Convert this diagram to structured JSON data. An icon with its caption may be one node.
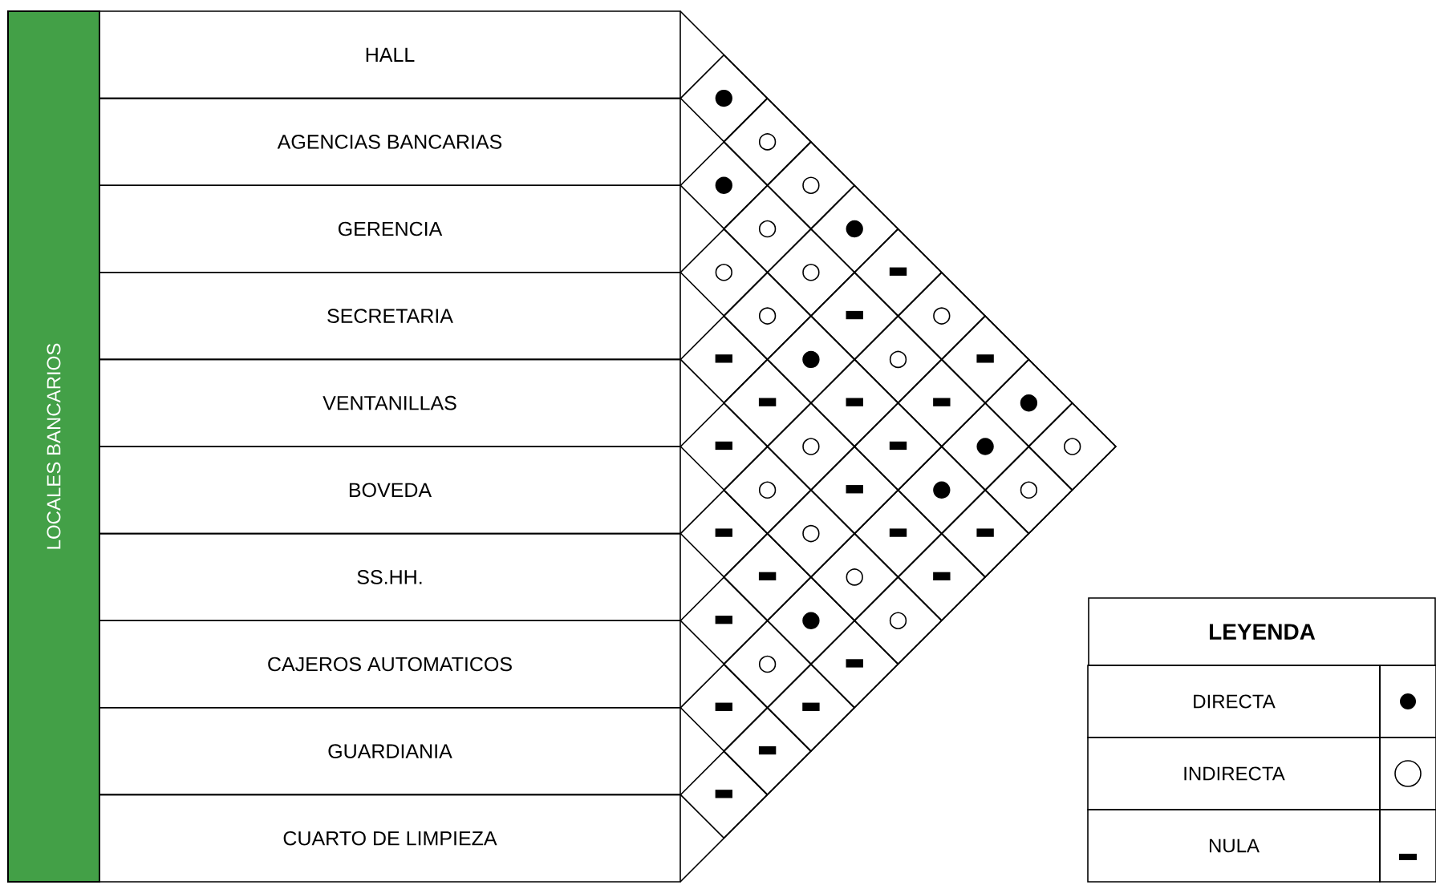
{
  "diagram": {
    "nodes": [
      {
        "text": [
          "LOCALES BANCARIOS"
        ]
      },
      {
        "text": [
          "HALL"
        ]
      },
      {
        "text": [
          "AGENCIAS BANCARIAS"
        ]
      },
      {
        "text": [
          "GERENCIA"
        ]
      },
      {
        "text": [
          "SECRETARIA"
        ]
      },
      {
        "text": [
          "VENTANILLAS"
        ]
      },
      {
        "text": [
          "BOVEDA"
        ]
      },
      {
        "text": [
          "SS.HH."
        ]
      },
      {
        "text": [
          "CAJEROS AUTOMATICOS"
        ]
      },
      {
        "text": [
          "GUARDIANIA"
        ]
      },
      {
        "text": [
          "CUARTO DE LIMPIEZA"
        ]
      },
      {
        "text": [
          "●"
        ]
      },
      {
        "text": [
          "○"
        ]
      },
      {
        "text": [
          "●"
        ]
      },
      {
        "text": [
          "○"
        ]
      },
      {
        "text": [
          "○"
        ]
      },
      {
        "text": [
          "●"
        ]
      },
      {
        "text": [
          "○"
        ]
      },
      {
        "text": [
          "○"
        ]
      },
      {
        "text": [
          "▬"
        ]
      },
      {
        "text": [
          "○"
        ]
      },
      {
        "text": [
          "▬"
        ]
      },
      {
        "text": [
          "○"
        ]
      },
      {
        "text": [
          "▬"
        ]
      },
      {
        "text": [
          "●"
        ]
      },
      {
        "text": [
          "○"
        ]
      },
      {
        "text": [
          "▬"
        ]
      },
      {
        "text": [
          "▬"
        ]
      },
      {
        "text": [
          "▬"
        ]
      },
      {
        "text": [
          "▬"
        ]
      },
      {
        "text": [
          "●"
        ]
      },
      {
        "text": [
          "▬"
        ]
      },
      {
        "text": [
          "○"
        ]
      },
      {
        "text": [
          "▬"
        ]
      },
      {
        "text": [
          "●"
        ]
      },
      {
        "text": [
          "○"
        ]
      },
      {
        "text": [
          "○"
        ]
      },
      {
        "text": [
          "▬"
        ]
      },
      {
        "text": [
          "●"
        ]
      },
      {
        "text": [
          "○"
        ]
      },
      {
        "text": [
          "▬"
        ]
      },
      {
        "text": [
          "○"
        ]
      },
      {
        "text": [
          "▬"
        ]
      },
      {
        "text": [
          "▬"
        ]
      },
      {
        "text": [
          "▬"
        ]
      },
      {
        "text": [
          "○"
        ]
      },
      {
        "text": [
          "▬"
        ]
      },
      {
        "text": [
          "▬"
        ]
      },
      {
        "text": [
          "●"
        ]
      },
      {
        "text": [
          "○"
        ]
      },
      {
        "text": [
          "○"
        ]
      },
      {
        "text": [
          "▬"
        ]
      },
      {
        "text": [
          "▬"
        ]
      },
      {
        "text": [
          "▬"
        ]
      },
      {
        "text": [
          "▬"
        ]
      },
      {
        "text": [
          "▬"
        ]
      }
    ],
    "labels": [
      "LEYENDA"
    ],
    "legend": [
      {
        "text": "DIRECTA"
      },
      {
        "text": "INDIRECTA"
      },
      {
        "text": "NULA"
      }
    ]
  }
}
